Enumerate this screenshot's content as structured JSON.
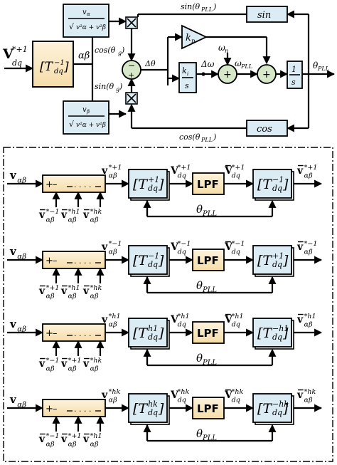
{
  "pll": {
    "input_label": "V*+1 dq",
    "transform_block": "[T -1 dq]",
    "alpha_beta_label": "αβ",
    "norm_alpha": "vα / √(vα²+vβ²)",
    "norm_beta": "vβ / √(vα²+vβ²)",
    "cos_theta_g": "cos(θg)",
    "sin_theta_g": "sin(θg)",
    "sin_pll_label": "sin(θPLL)",
    "cos_pll_label": "cos(θPLL)",
    "sin_block": "sin",
    "cos_block": "cos",
    "delta_theta": "Δθ",
    "kp_block": "kp",
    "ki_block": "ki / s",
    "delta_omega": "Δω",
    "omega_n": "ωn",
    "omega_pll": "ωPLL",
    "integrator": "1 / s",
    "theta_pll_out": "θPLL",
    "sum_minus": "−",
    "sum_plus": "+"
  },
  "lpf_label": "LPF",
  "theta_pll_label": "θPLL",
  "channels": [
    {
      "input": "vαβ",
      "sub_inputs": [
        "v̄*−1 αβ",
        "v̄*h1 αβ",
        "v̄*hk αβ"
      ],
      "extracted": "v*+1 αβ",
      "forward_block": "[T +1 dq]",
      "dq": "V*+1 dq",
      "dq_filtered": "V̄*+1 dq",
      "inverse_block": "[T −1 dq]",
      "output": "v̄*+1 αβ"
    },
    {
      "input": "vαβ",
      "sub_inputs": [
        "v̄*+1 αβ",
        "v̄*h1 αβ",
        "v̄*hk αβ"
      ],
      "extracted": "v*−1 αβ",
      "forward_block": "[T −1 dq]",
      "dq": "V*−1 dq",
      "dq_filtered": "V̄*−1 dq",
      "inverse_block": "[T +1 dq]",
      "output": "v̄*−1 αβ"
    },
    {
      "input": "vαβ",
      "sub_inputs": [
        "v̄*−1 αβ",
        "v̄*+1 αβ",
        "v̄*hk αβ"
      ],
      "extracted": "v*h1 αβ",
      "forward_block": "[T h1 dq]",
      "dq": "V*h1 dq",
      "dq_filtered": "V̄*h1 dq",
      "inverse_block": "[T −h1 dq]",
      "output": "v̄*h1 αβ"
    },
    {
      "input": "vαβ",
      "sub_inputs": [
        "v̄*−1 αβ",
        "v̄*+1 αβ",
        "v̄*h1 αβ"
      ],
      "extracted": "v*hk αβ",
      "forward_block": "[T hk dq]",
      "dq": "V*hk dq",
      "dq_filtered": "V̄*hk dq",
      "inverse_block": "[T −hk dq]",
      "output": "v̄*hk αβ"
    }
  ],
  "colors": {
    "yellow_fill": "#fbe9c3",
    "blue_fill": "#dcecf4",
    "line": "#000000"
  }
}
